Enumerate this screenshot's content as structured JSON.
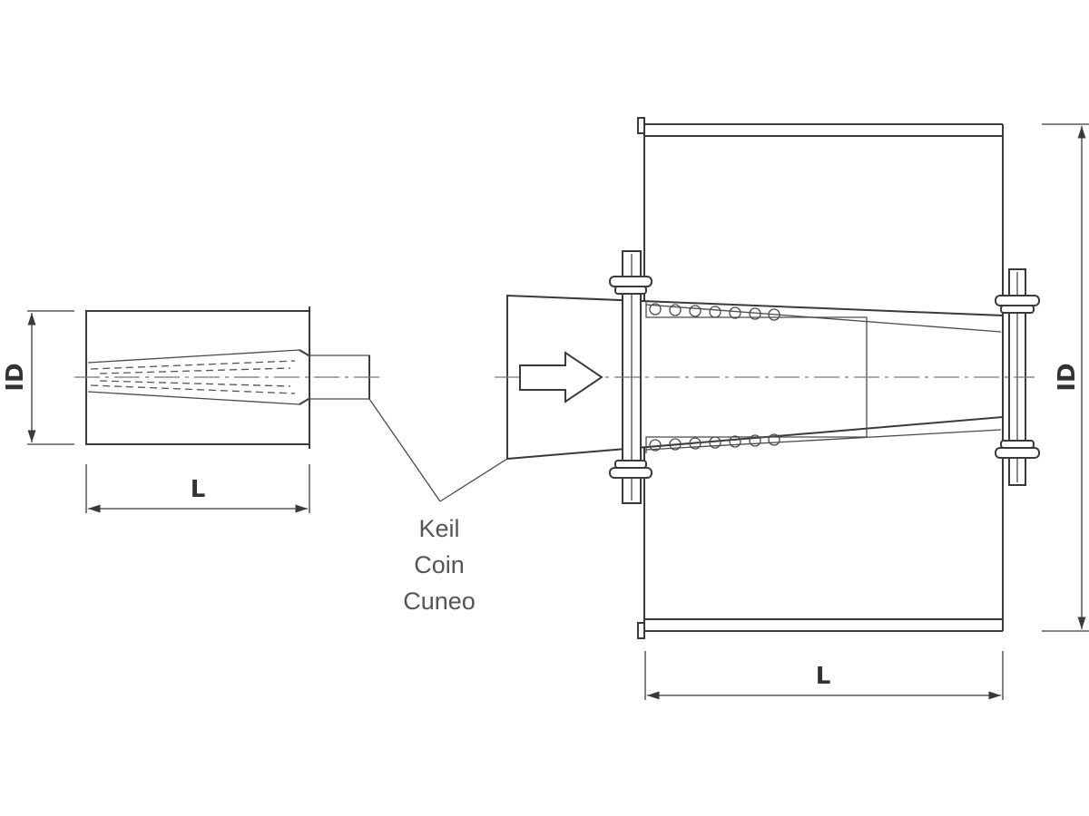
{
  "small_part": {
    "diameter_label": "ID",
    "length_label": "L"
  },
  "large_part": {
    "diameter_label": "ID",
    "length_label": "L"
  },
  "callout": {
    "lines": [
      "Keil",
      "Coin",
      "Cuneo"
    ]
  }
}
